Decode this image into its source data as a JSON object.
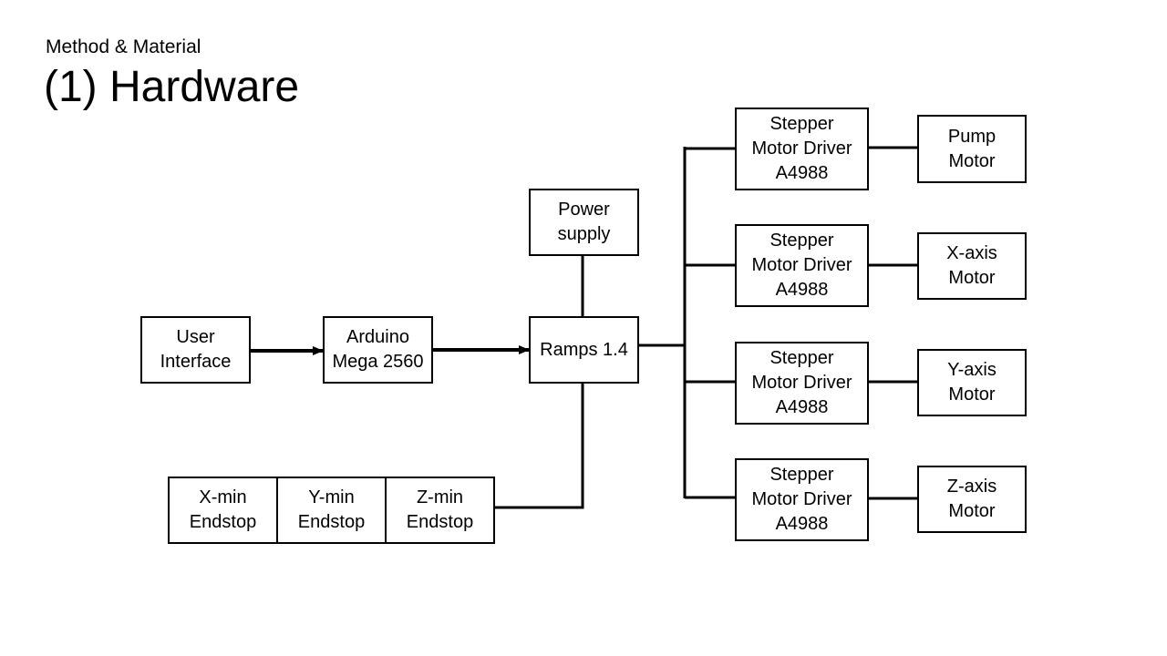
{
  "slide": {
    "subtitle": "Method & Material",
    "title": "(1) Hardware"
  },
  "diagram": {
    "nodes": {
      "user_interface": "User\nInterface",
      "arduino": "Arduino\nMega 2560",
      "power_supply": "Power\nsupply",
      "ramps": "Ramps 1.4",
      "endstop_x": "X-min\nEndstop",
      "endstop_y": "Y-min\nEndstop",
      "endstop_z": "Z-min\nEndstop",
      "driver_1": "Stepper\nMotor Driver\nA4988",
      "driver_2": "Stepper\nMotor Driver\nA4988",
      "driver_3": "Stepper\nMotor Driver\nA4988",
      "driver_4": "Stepper\nMotor Driver\nA4988",
      "pump_motor": "Pump\nMotor",
      "x_motor": "X-axis\nMotor",
      "y_motor": "Y-axis\nMotor",
      "z_motor": "Z-axis\nMotor"
    },
    "edges": [
      {
        "from": "user_interface",
        "to": "arduino",
        "arrow": true
      },
      {
        "from": "arduino",
        "to": "ramps",
        "arrow": true
      },
      {
        "from": "power_supply",
        "to": "ramps",
        "arrow": false
      },
      {
        "from": "ramps",
        "to": "endstop_z",
        "arrow": false
      },
      {
        "from": "ramps",
        "to": "driver_1",
        "arrow": false
      },
      {
        "from": "ramps",
        "to": "driver_2",
        "arrow": false
      },
      {
        "from": "ramps",
        "to": "driver_3",
        "arrow": false
      },
      {
        "from": "ramps",
        "to": "driver_4",
        "arrow": false
      },
      {
        "from": "driver_1",
        "to": "pump_motor",
        "arrow": false
      },
      {
        "from": "driver_2",
        "to": "x_motor",
        "arrow": false
      },
      {
        "from": "driver_3",
        "to": "y_motor",
        "arrow": false
      },
      {
        "from": "driver_4",
        "to": "z_motor",
        "arrow": false
      }
    ]
  }
}
